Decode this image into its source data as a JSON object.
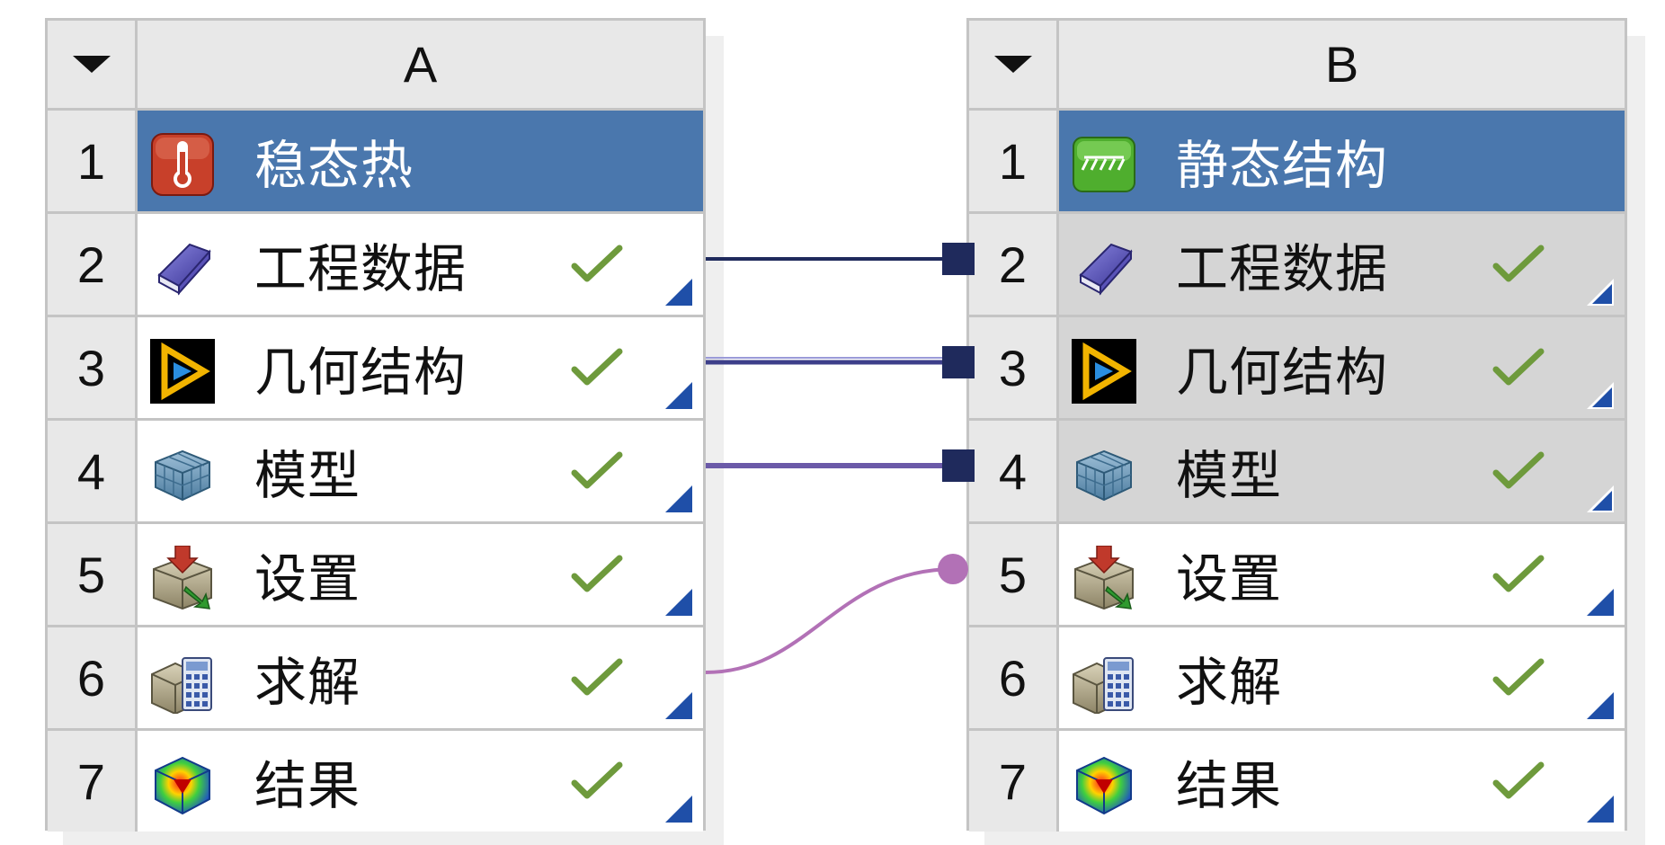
{
  "systems": {
    "A": {
      "column_letter": "A",
      "rows": [
        {
          "num": "1",
          "label": "稳态热",
          "icon": "thermometer-icon"
        },
        {
          "num": "2",
          "label": "工程数据",
          "icon": "book-icon",
          "status": "check-icon"
        },
        {
          "num": "3",
          "label": "几何结构",
          "icon": "geometry-icon",
          "status": "check-icon"
        },
        {
          "num": "4",
          "label": "模型",
          "icon": "mesh-model-icon",
          "status": "check-icon"
        },
        {
          "num": "5",
          "label": "设置",
          "icon": "setup-icon",
          "status": "check-icon"
        },
        {
          "num": "6",
          "label": "求解",
          "icon": "solution-icon",
          "status": "check-icon"
        },
        {
          "num": "7",
          "label": "结果",
          "icon": "results-icon",
          "status": "check-icon"
        }
      ]
    },
    "B": {
      "column_letter": "B",
      "rows": [
        {
          "num": "1",
          "label": "静态结构",
          "icon": "static-structural-icon"
        },
        {
          "num": "2",
          "label": "工程数据",
          "icon": "book-icon",
          "status": "check-icon"
        },
        {
          "num": "3",
          "label": "几何结构",
          "icon": "geometry-icon",
          "status": "check-icon"
        },
        {
          "num": "4",
          "label": "模型",
          "icon": "mesh-model-icon",
          "status": "check-icon"
        },
        {
          "num": "5",
          "label": "设置",
          "icon": "setup-icon",
          "status": "check-icon"
        },
        {
          "num": "6",
          "label": "求解",
          "icon": "solution-icon",
          "status": "check-icon"
        },
        {
          "num": "7",
          "label": "结果",
          "icon": "results-icon",
          "status": "check-icon"
        }
      ]
    }
  },
  "connections": [
    {
      "from": "A2",
      "to": "B2",
      "type": "shared",
      "color": "#1f2a5c"
    },
    {
      "from": "A3",
      "to": "B3",
      "type": "shared",
      "color": "#3d3f8a"
    },
    {
      "from": "A4",
      "to": "B4",
      "type": "shared",
      "color": "#6b5aa8"
    },
    {
      "from": "A6",
      "to": "B5",
      "type": "transfer",
      "color": "#b271b6"
    }
  ],
  "colors": {
    "title_bar": "#4a77ad",
    "check": "#6e9a3c",
    "corner_marker": "#1f4fa8"
  }
}
